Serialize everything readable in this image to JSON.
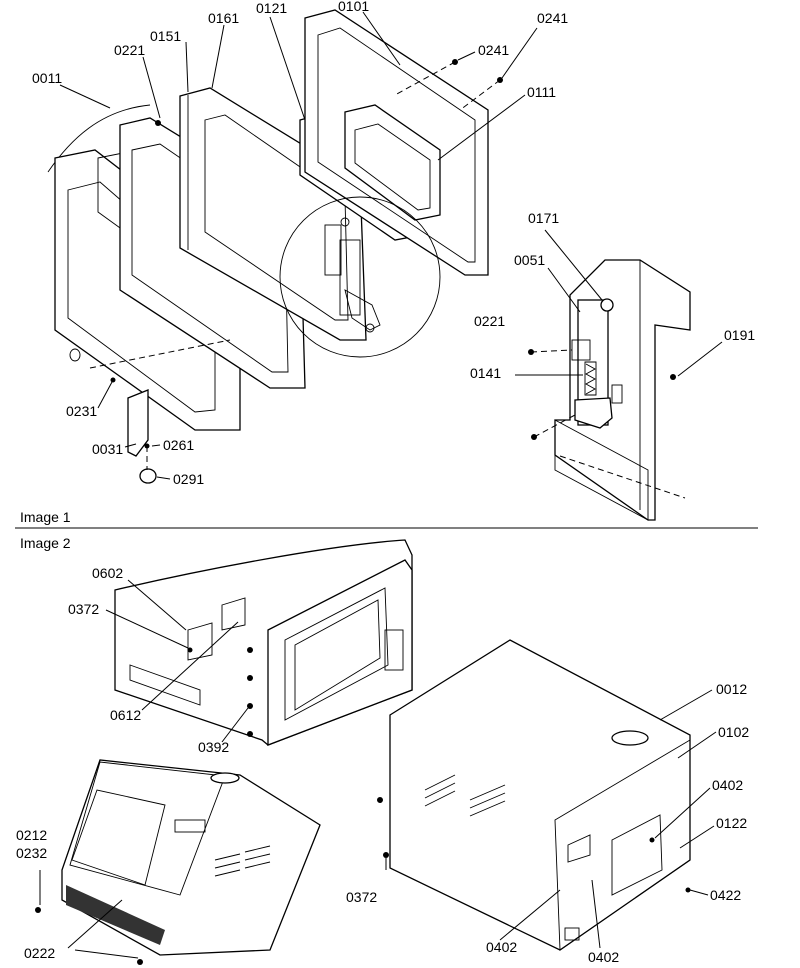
{
  "sections": [
    {
      "label": "Image 1"
    },
    {
      "label": "Image 2"
    }
  ],
  "parts": {
    "p0011": "0011",
    "p0151": "0151",
    "p0161": "0161",
    "p0121": "0121",
    "p0101": "0101",
    "p0241a": "0241",
    "p0241b": "0241",
    "p0221a": "0221",
    "p0111": "0111",
    "p0171": "0171",
    "p0051": "0051",
    "p0221b": "0221",
    "p0191": "0191",
    "p0141": "0141",
    "p0231": "0231",
    "p0031": "0031",
    "p0261": "0261",
    "p0291": "0291",
    "p0602": "0602",
    "p0372a": "0372",
    "p0612": "0612",
    "p0392": "0392",
    "p0012": "0012",
    "p0102": "0102",
    "p0402a": "0402",
    "p0122": "0122",
    "p0422": "0422",
    "p0372b": "0372",
    "p0402b": "0402",
    "p0402c": "0402",
    "p0212": "0212",
    "p0232": "0232",
    "p0222": "0222"
  }
}
